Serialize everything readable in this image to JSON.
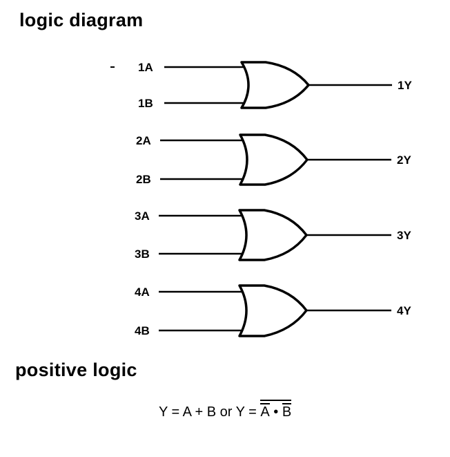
{
  "title": "logic diagram",
  "section_title": "positive logic",
  "equation": {
    "lhs": "Y = A + B or Y =",
    "a": "A",
    "dot": "•",
    "b": "B"
  },
  "gates": [
    {
      "in_a": "1A",
      "in_b": "1B",
      "out": "1Y"
    },
    {
      "in_a": "2A",
      "in_b": "2B",
      "out": "2Y"
    },
    {
      "in_a": "3A",
      "in_b": "3B",
      "out": "3Y"
    },
    {
      "in_a": "4A",
      "in_b": "4B",
      "out": "4Y"
    }
  ]
}
